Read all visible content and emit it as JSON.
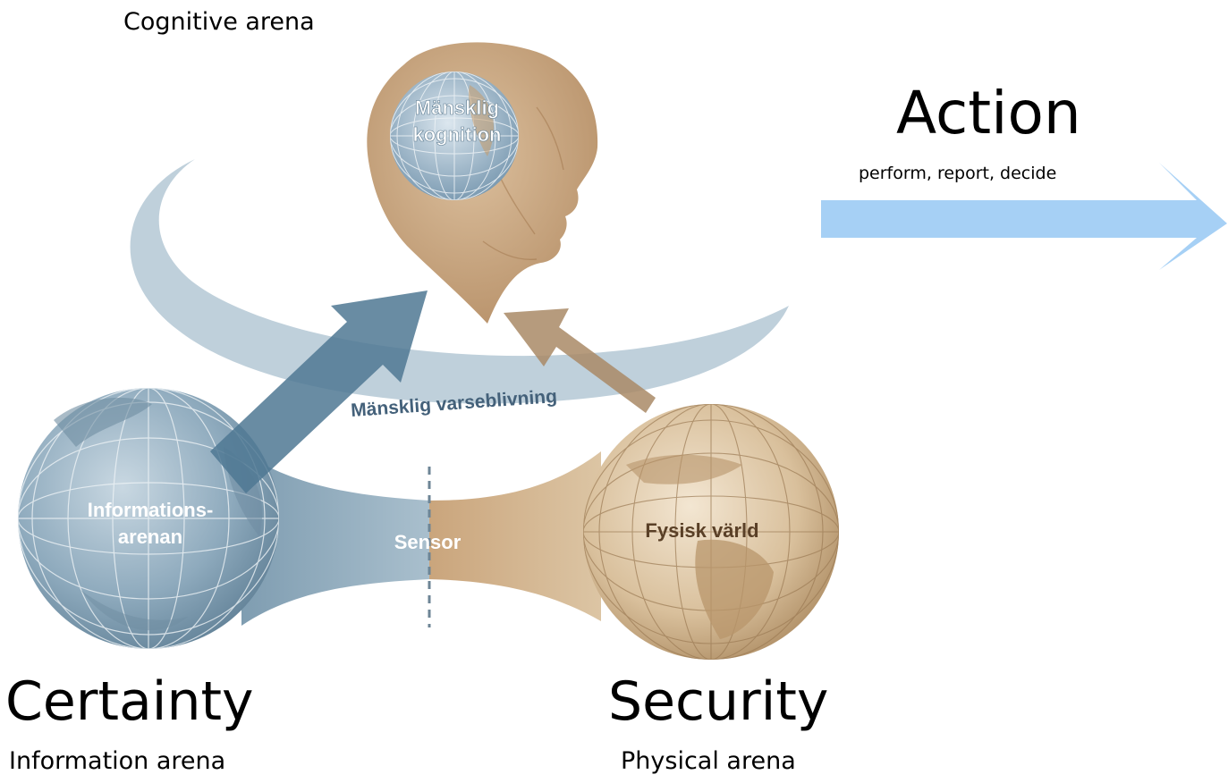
{
  "labels": {
    "cognitive_arena": "Cognitive arena",
    "action_title": "Action",
    "action_subtitle": "perform, report, decide",
    "certainty_title": "Certainty",
    "certainty_subtitle": "Information arena",
    "security_title": "Security",
    "security_subtitle": "Physical arena"
  },
  "figure": {
    "head_label_line1": "Mänsklig",
    "head_label_line2": "kognition",
    "arc_label": "Mänsklig varseblivning",
    "info_globe_line1": "Informations-",
    "info_globe_line2": "arenan",
    "sensor_label": "Sensor",
    "physical_globe_label": "Fysisk värld"
  },
  "colors": {
    "arc_blue": "#9fb8c8",
    "arrow_dark_blue": "#5f86a0",
    "globe_blue": "#8eaabd",
    "head_tan": "#c9a682",
    "globe_tan": "#d9c09c",
    "action_arrow": "#a6d0f5"
  }
}
